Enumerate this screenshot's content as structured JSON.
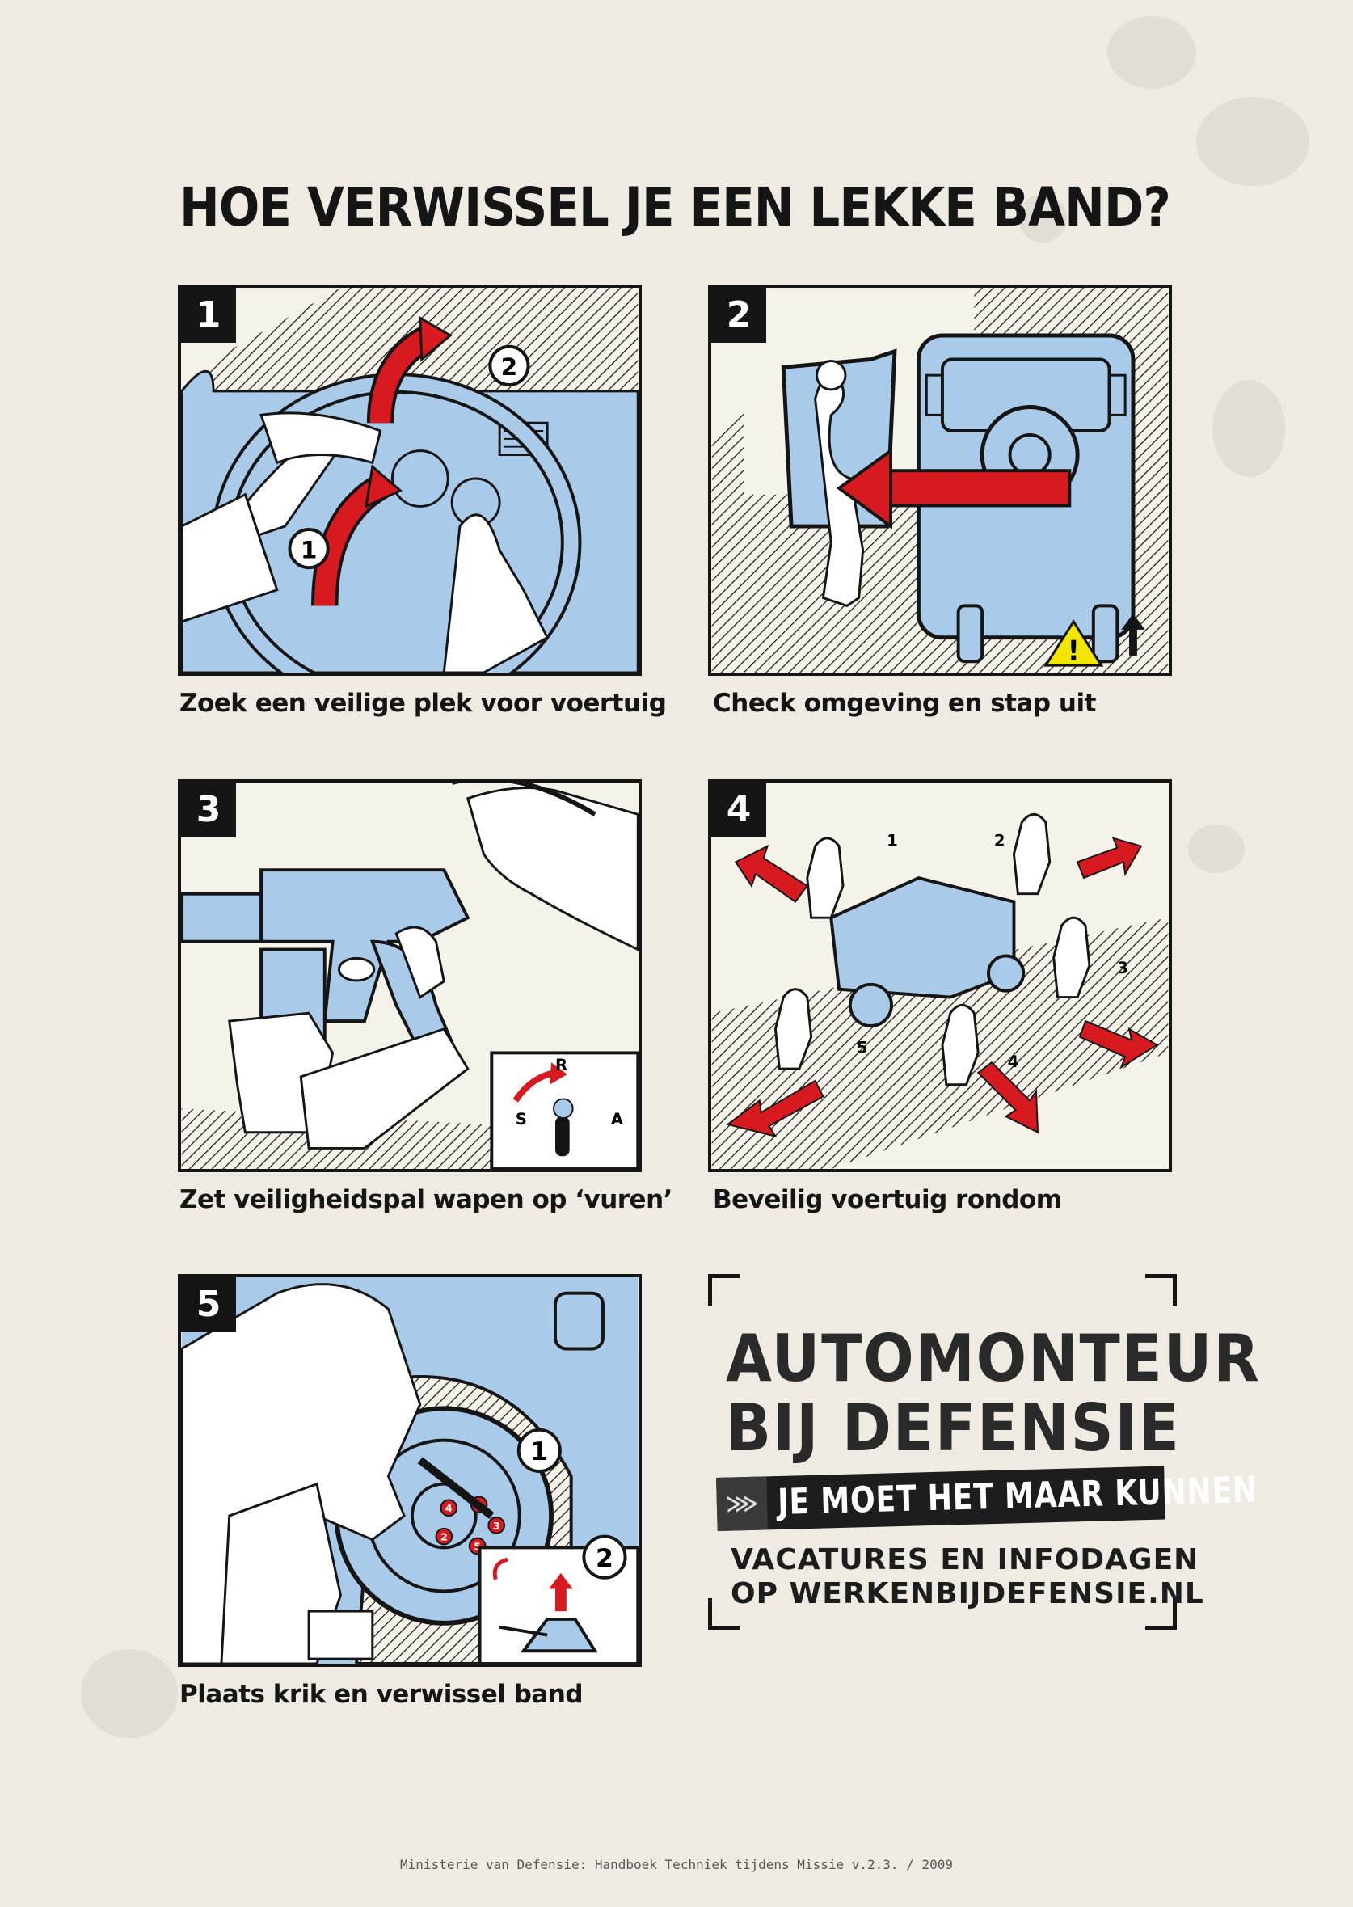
{
  "title": "HOE VERWISSEL JE EEN LEKKE BAND?",
  "colors": {
    "blue": "#a9cbe9",
    "red": "#d71920",
    "ink": "#151515",
    "paper": "#efebe2",
    "warning": "#f2e600"
  },
  "steps": [
    {
      "number": "1",
      "caption": "Zoek een veilige plek voor voertuig",
      "callouts": [
        "1",
        "2"
      ]
    },
    {
      "number": "2",
      "caption": "Check omgeving en stap uit",
      "icons": [
        "warning-icon"
      ]
    },
    {
      "number": "3",
      "caption": "Zet veiligheidspal wapen op ‘vuren’",
      "selector_labels": [
        "S",
        "R",
        "A"
      ]
    },
    {
      "number": "4",
      "caption": "Beveilig voertuig rondom",
      "soldier_labels": [
        "1",
        "2",
        "3",
        "4",
        "5"
      ]
    },
    {
      "number": "5",
      "caption": "Plaats krik en verwissel band",
      "callouts": [
        "1",
        "2"
      ],
      "bolt_labels": [
        "1",
        "2",
        "3",
        "4",
        "5"
      ]
    }
  ],
  "promo": {
    "line1": "AUTOMONTEUR",
    "line2": "BIJ DEFENSIE",
    "banner_icon": "chevron-rank-icon",
    "banner_chevrons": "⋙",
    "banner": "JE MOET HET MAAR KUNNEN",
    "line3": "VACATURES EN INFODAGEN",
    "line4": "OP WERKENBIJDEFENSIE.NL"
  },
  "footer": "Ministerie van Defensie: Handboek Techniek tijdens Missie v.2.3. / 2009"
}
